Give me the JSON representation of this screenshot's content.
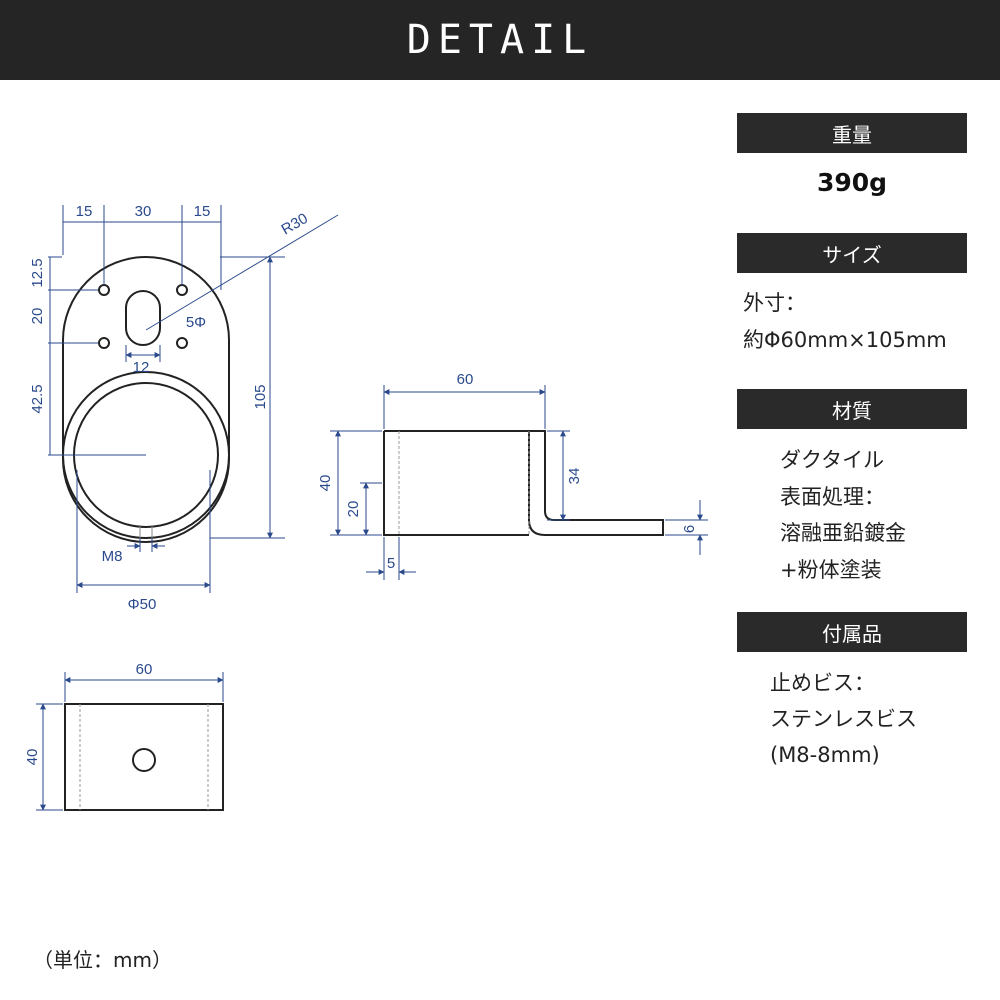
{
  "header": {
    "title": "DETAIL"
  },
  "drawing": {
    "front_view": {
      "dims": [
        "15",
        "30",
        "15",
        "R30",
        "12.5",
        "20",
        "42.5",
        "105",
        "5Φ",
        "12",
        "M8",
        "Φ50"
      ]
    },
    "side_view": {
      "dims": [
        "60",
        "40",
        "20",
        "34",
        "6",
        "5"
      ]
    },
    "bottom_view": {
      "dims": [
        "60",
        "40"
      ]
    }
  },
  "specs": {
    "weight": {
      "label": "重量",
      "value": "390g"
    },
    "size": {
      "label": "サイズ",
      "line1": "外寸：",
      "line2": "約Φ60mm×105mm"
    },
    "material": {
      "label": "材質",
      "lines": [
        "ダクタイル",
        "表面処理：",
        "溶融亜鉛鍍金",
        "+粉体塗装"
      ]
    },
    "accessories": {
      "label": "付属品",
      "lines": [
        "止めビス：",
        "ステンレスビス",
        "(M8-8mm)"
      ]
    }
  },
  "footer": {
    "unit_note": "（単位：mm）"
  }
}
